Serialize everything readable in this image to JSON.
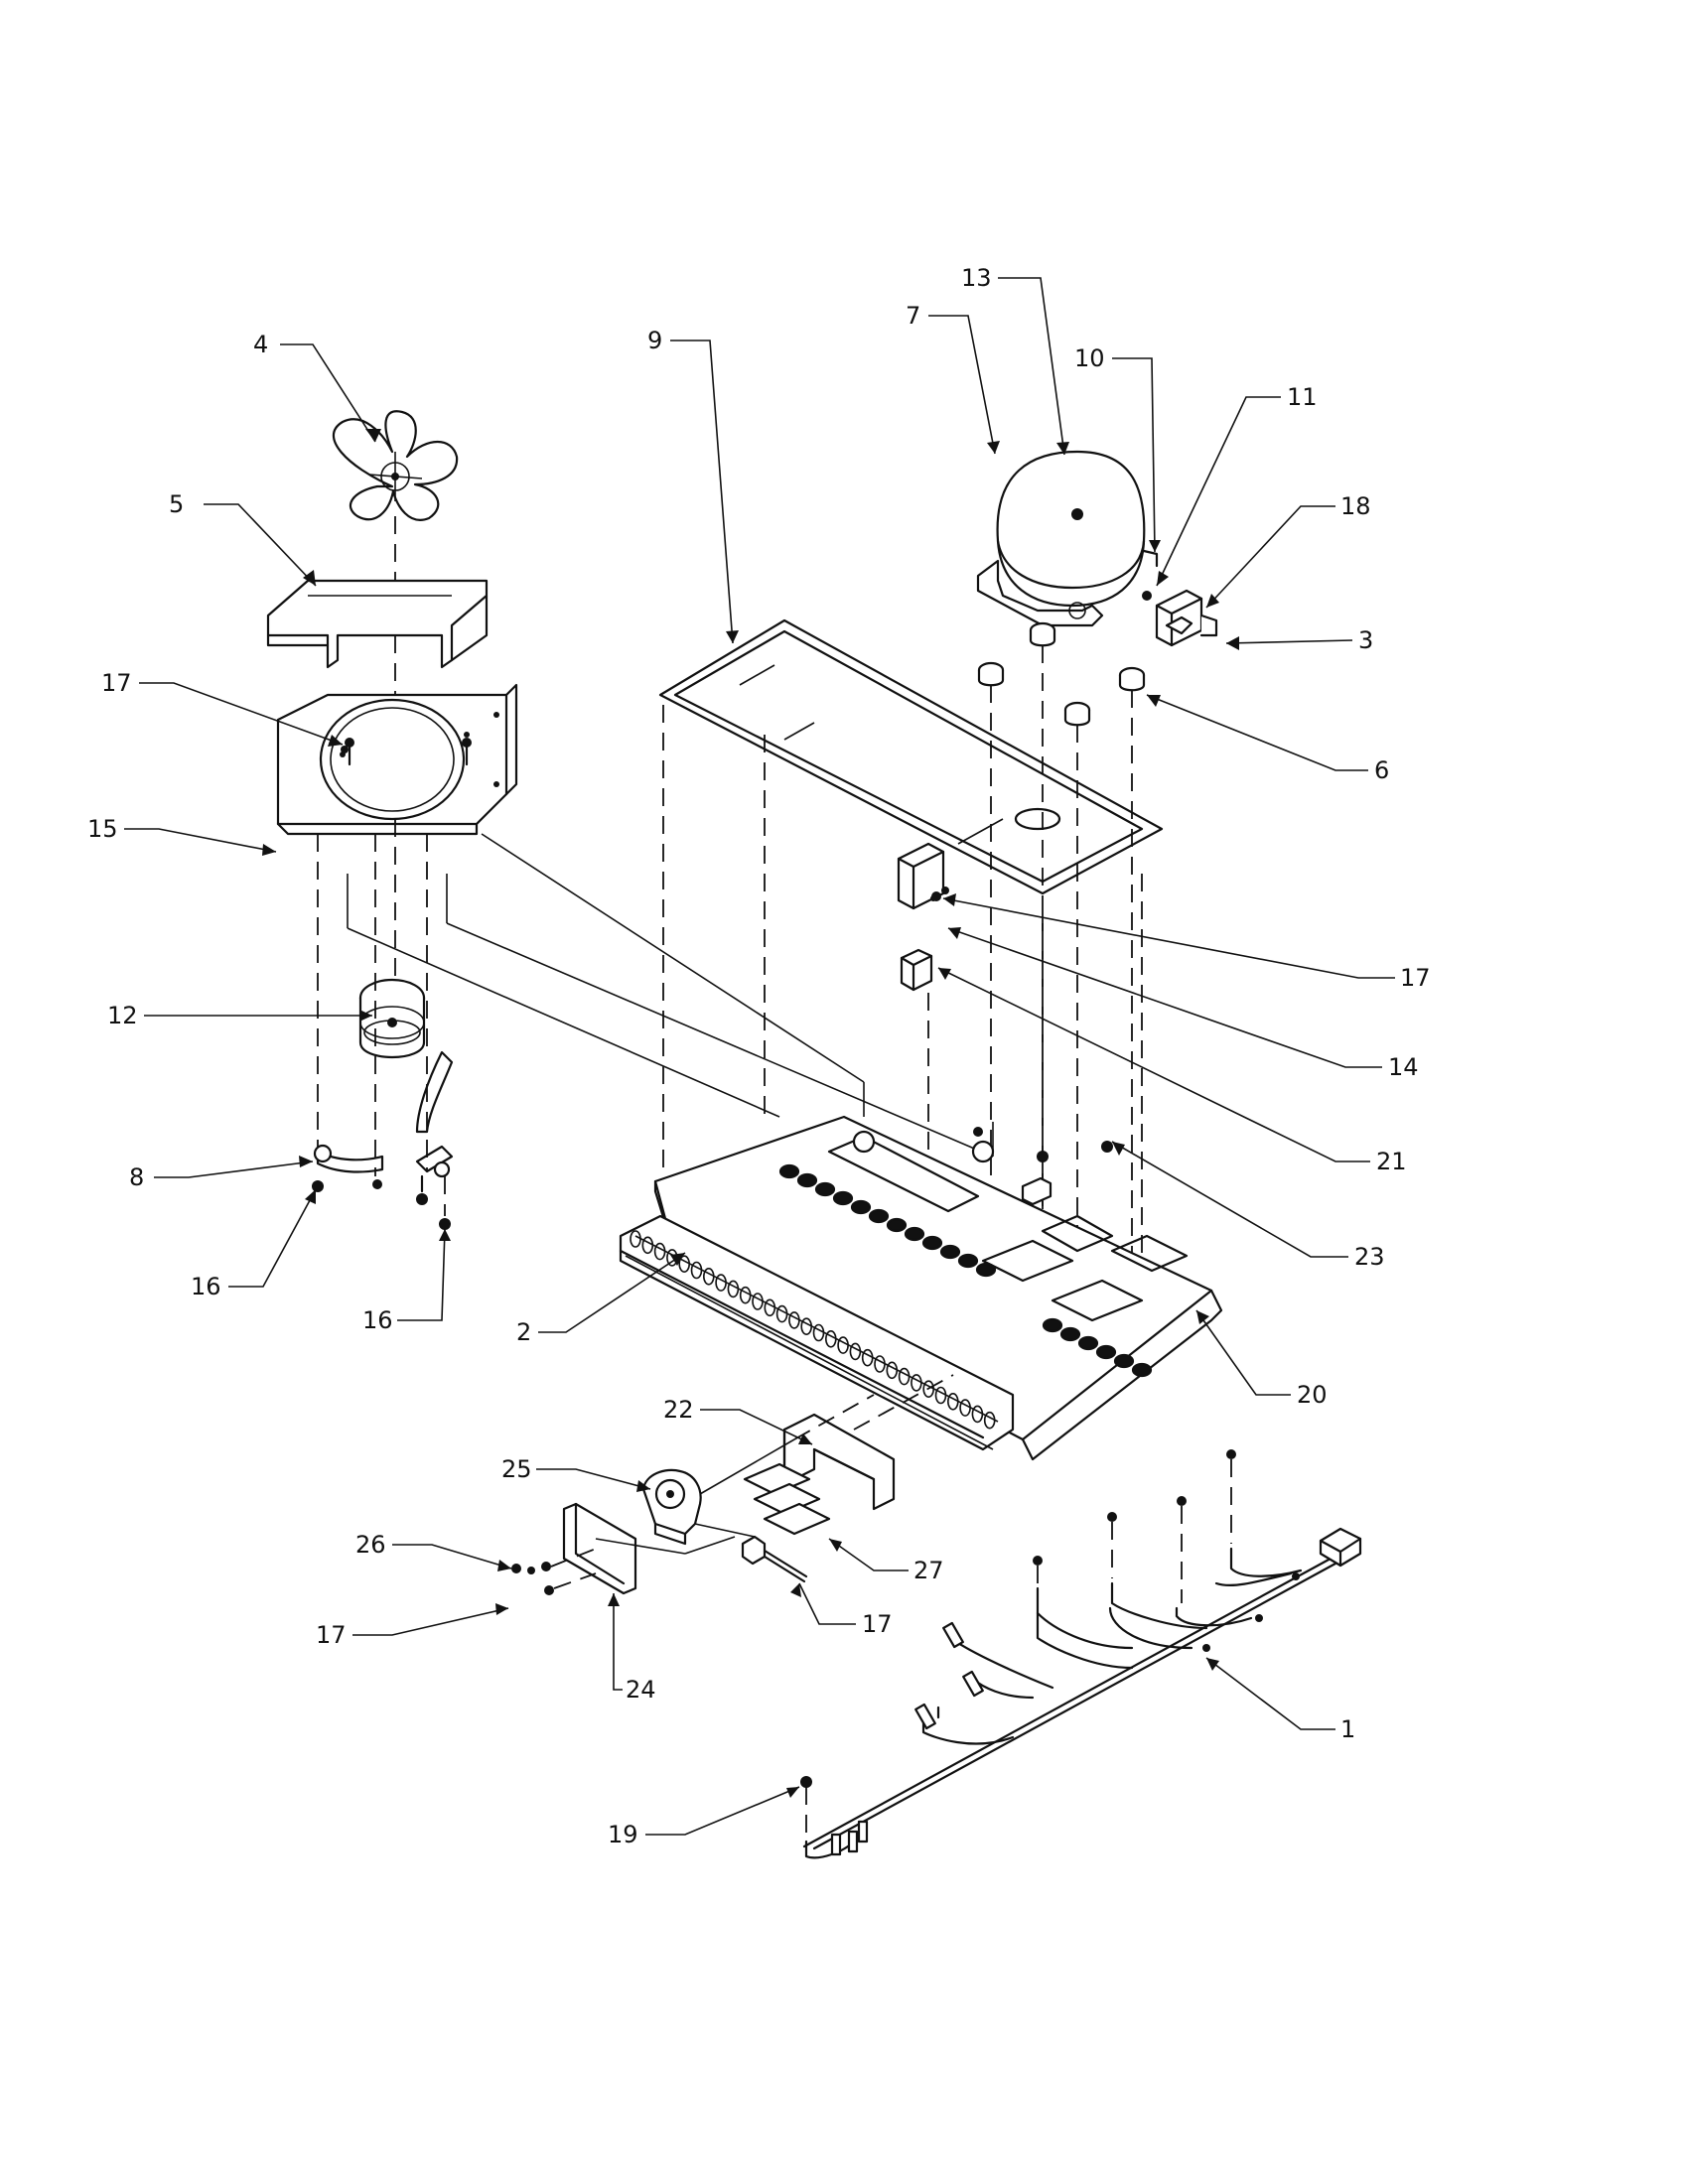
{
  "callouts": [
    {
      "id": "1",
      "label": "1"
    },
    {
      "id": "2",
      "label": "2"
    },
    {
      "id": "3",
      "label": "3"
    },
    {
      "id": "4",
      "label": "4"
    },
    {
      "id": "5",
      "label": "5"
    },
    {
      "id": "6",
      "label": "6"
    },
    {
      "id": "7",
      "label": "7"
    },
    {
      "id": "8",
      "label": "8"
    },
    {
      "id": "9",
      "label": "9"
    },
    {
      "id": "10",
      "label": "10"
    },
    {
      "id": "11",
      "label": "11"
    },
    {
      "id": "12",
      "label": "12"
    },
    {
      "id": "13",
      "label": "13"
    },
    {
      "id": "14",
      "label": "14"
    },
    {
      "id": "15",
      "label": "15"
    },
    {
      "id": "16a",
      "label": "16"
    },
    {
      "id": "16b",
      "label": "16"
    },
    {
      "id": "17a",
      "label": "17"
    },
    {
      "id": "17b",
      "label": "17"
    },
    {
      "id": "17c",
      "label": "17"
    },
    {
      "id": "17d",
      "label": "17"
    },
    {
      "id": "18",
      "label": "18"
    },
    {
      "id": "19",
      "label": "19"
    },
    {
      "id": "20",
      "label": "20"
    },
    {
      "id": "21",
      "label": "21"
    },
    {
      "id": "22",
      "label": "22"
    },
    {
      "id": "23",
      "label": "23"
    },
    {
      "id": "24",
      "label": "24"
    },
    {
      "id": "25",
      "label": "25"
    },
    {
      "id": "26",
      "label": "26"
    },
    {
      "id": "27",
      "label": "27"
    }
  ]
}
